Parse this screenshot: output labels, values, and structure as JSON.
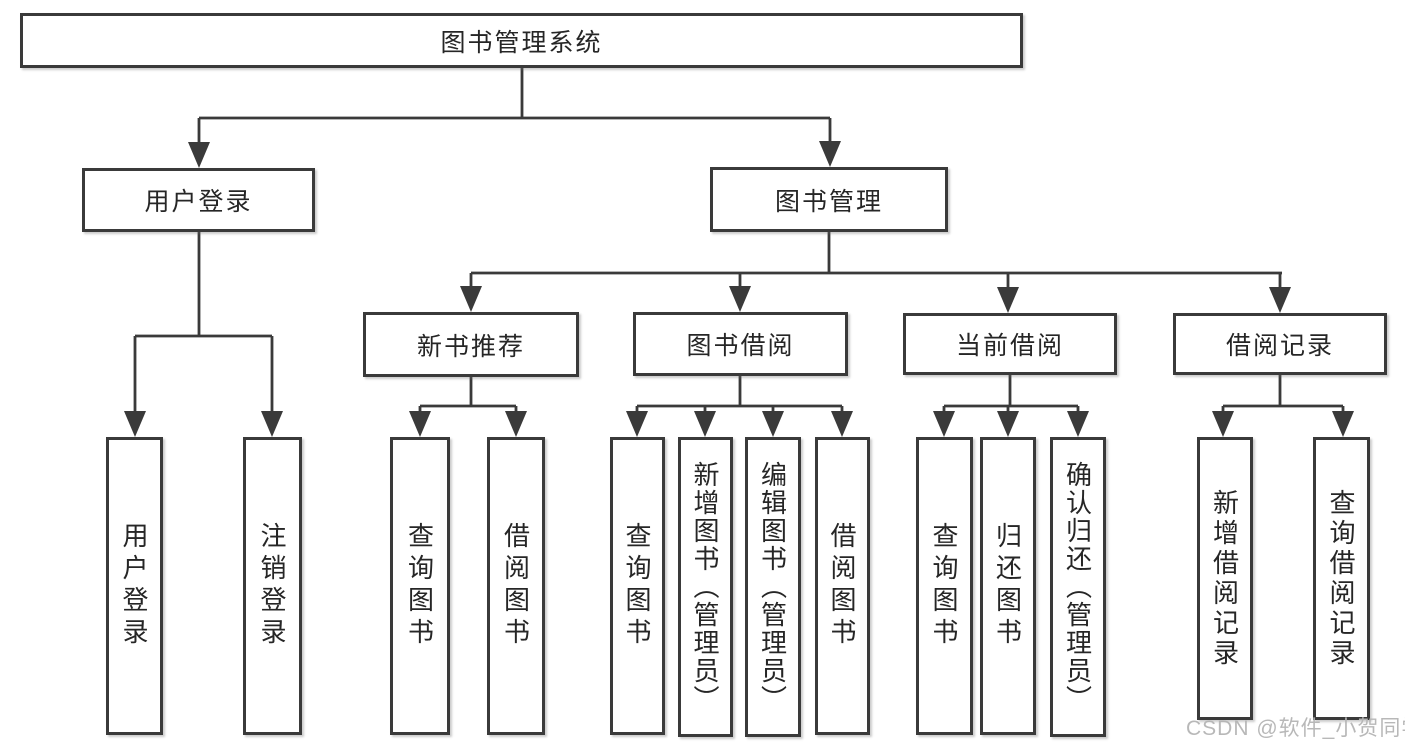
{
  "colors": {
    "line": "#3a3a3a",
    "box_border": "#3a3a3a",
    "text": "#262626",
    "watermark_text": "#b5b5b5",
    "background": "#ffffff"
  },
  "diagram": {
    "root": {
      "label": "图书管理系统"
    },
    "branches": [
      {
        "label": "用户登录",
        "children": [
          {
            "label": "用户登录"
          },
          {
            "label": "注销登录"
          }
        ]
      },
      {
        "label": "图书管理",
        "children": [
          {
            "label": "新书推荐",
            "children": [
              {
                "label": "查询图书"
              },
              {
                "label": "借阅图书"
              }
            ]
          },
          {
            "label": "图书借阅",
            "children": [
              {
                "label": "查询图书"
              },
              {
                "label": "新增图书（管理员）"
              },
              {
                "label": "编辑图书（管理员）"
              },
              {
                "label": "借阅图书"
              }
            ]
          },
          {
            "label": "当前借阅",
            "children": [
              {
                "label": "查询图书"
              },
              {
                "label": "归还图书"
              },
              {
                "label": "确认归还（管理员）"
              }
            ]
          },
          {
            "label": "借阅记录",
            "children": [
              {
                "label": "新增借阅记录"
              },
              {
                "label": "查询借阅记录"
              }
            ]
          }
        ]
      }
    ]
  },
  "watermark": "CSDN @软件_小贺同学"
}
